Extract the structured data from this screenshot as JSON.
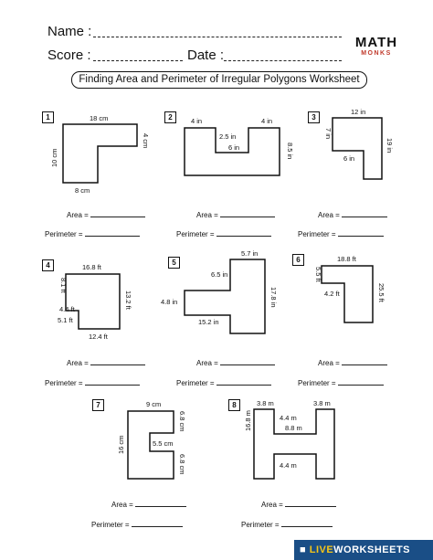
{
  "header": {
    "name_label": "Name :",
    "score_label": "Score :",
    "date_label": "Date :",
    "brand_top": "MATH",
    "brand_sub": "MONKS"
  },
  "title": "Finding Area and Perimeter of Irregular Polygons Worksheet",
  "answer": {
    "area_label": "Area =",
    "perimeter_label": "Perimeter ="
  },
  "figures": [
    {
      "number": "1",
      "labels": [
        "18 cm",
        "4 cm",
        "10 cm",
        "8 cm"
      ]
    },
    {
      "number": "2",
      "labels": [
        "4 in",
        "4 in",
        "2.5 in",
        "6 in",
        "8.5 in"
      ]
    },
    {
      "number": "3",
      "labels": [
        "12 in",
        "7 in",
        "6 in",
        "19 in"
      ]
    },
    {
      "number": "4",
      "labels": [
        "16.8 ft",
        "8.1 ft",
        "4.4 ft",
        "5.1 ft",
        "13.2 ft",
        "12.4 ft"
      ]
    },
    {
      "number": "5",
      "labels": [
        "5.7 in",
        "6.5 in",
        "4.8 in",
        "15.2 in",
        "17.8 in"
      ]
    },
    {
      "number": "6",
      "labels": [
        "18.8 ft",
        "5.5 ft",
        "4.2 ft",
        "25.5 ft"
      ]
    },
    {
      "number": "7",
      "labels": [
        "9 cm",
        "6.8 cm",
        "5.5 cm",
        "16 cm",
        "6.8 cm"
      ]
    },
    {
      "number": "8",
      "labels": [
        "3.8 m",
        "3.8 m",
        "4.4 m",
        "8.8 m",
        "16.8 m",
        "4.4 m"
      ]
    }
  ],
  "footer": {
    "prefix": "",
    "brand_a": "LIVE",
    "brand_b": "WORKSHEETS"
  }
}
